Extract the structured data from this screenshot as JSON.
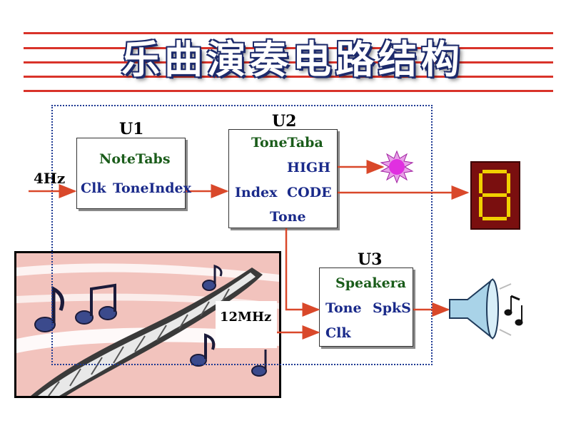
{
  "title": "乐曲演奏电路结构",
  "signals": {
    "clk_4hz": "4Hz",
    "clk_12mhz": "12MHz"
  },
  "u1": {
    "unit": "U1",
    "name": "NoteTabs",
    "port_clk": "Clk",
    "port_toneindex": "ToneIndex"
  },
  "u2": {
    "unit": "U2",
    "name": "ToneTaba",
    "port_high": "HIGH",
    "port_index": "Index",
    "port_code": "CODE",
    "port_tone": "Tone"
  },
  "u3": {
    "unit": "U3",
    "name": "Speakera",
    "port_tone": "Tone",
    "port_spks": "SpkS",
    "port_clk": "Clk"
  },
  "colors": {
    "rule_red": "#d9332a",
    "arrow": "#d9482a",
    "frame_blue": "#1f3a93",
    "block_name_green": "#1a5c1a",
    "port_blue": "#1a2a8a",
    "led_magenta": "#e030e0",
    "seg_display_bg": "#7a0f0f",
    "seg_on": "#f0d000"
  },
  "icons": [
    "led-icon",
    "seven-segment-display-icon",
    "speaker-icon",
    "music-notes-icon",
    "piano-keyboard-picture"
  ]
}
